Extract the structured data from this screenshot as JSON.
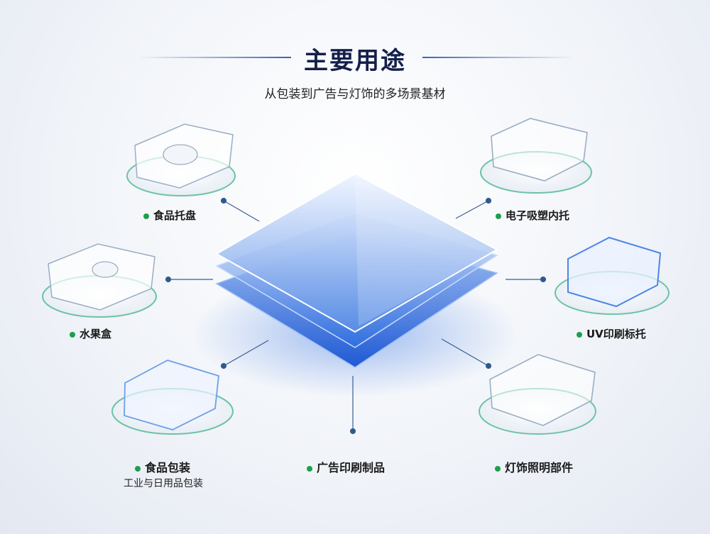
{
  "header": {
    "title": "主要用途",
    "subtitle": "从包装到广告与灯饰的多场景基材"
  },
  "applications": [
    {
      "label": "食品托盘"
    },
    {
      "label": "电子吸塑内托"
    },
    {
      "label": "水果盒"
    },
    {
      "label": "UV印刷标托"
    },
    {
      "label": "食品包装",
      "sublabel": "工业与日用品包装"
    },
    {
      "label": "广告印刷制品"
    },
    {
      "label": "灯饰照明部件"
    }
  ],
  "colors": {
    "accent_blue": "#2f6fe0",
    "dot_green": "#1aa14a",
    "title": "#141f4a"
  }
}
